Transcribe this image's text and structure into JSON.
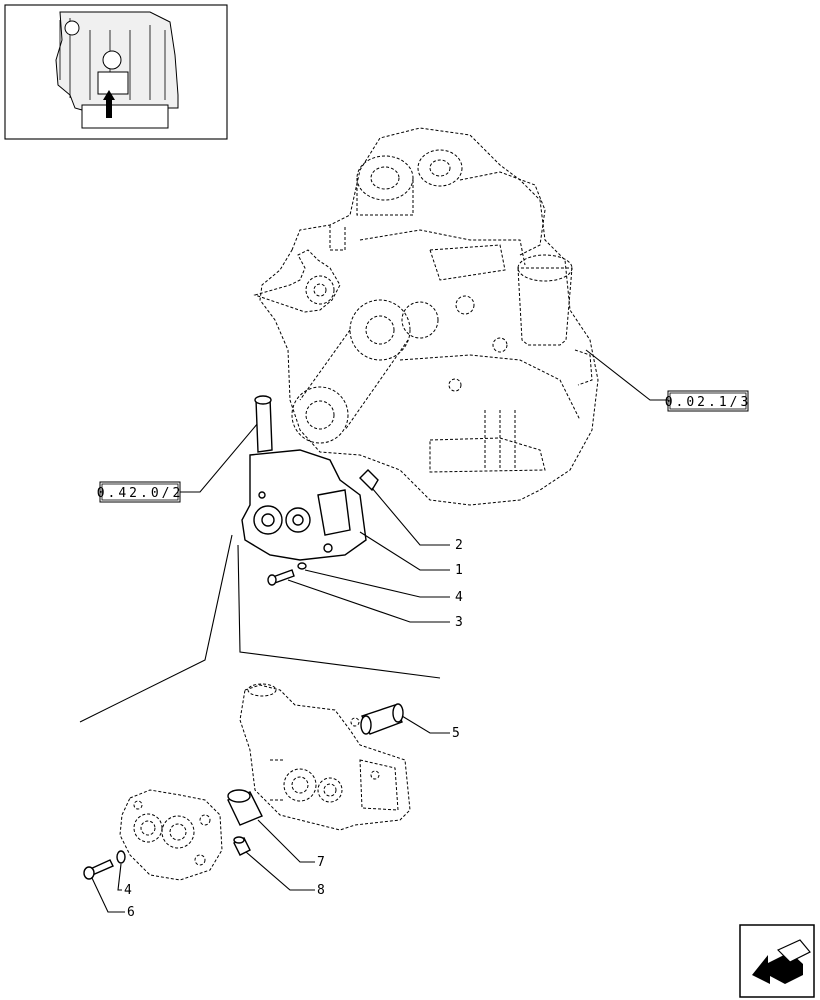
{
  "references": {
    "left_ref": "0.42.0/2",
    "right_ref": "0.02.1/3"
  },
  "callouts": {
    "c1": "1",
    "c2": "2",
    "c3": "3",
    "c4a": "4",
    "c4b": "4",
    "c5": "5",
    "c6": "6",
    "c7": "7",
    "c8": "8"
  },
  "icons": {
    "thumbnail": "engine-locator-thumbnail",
    "nav": "next-page-arrow-icon"
  }
}
